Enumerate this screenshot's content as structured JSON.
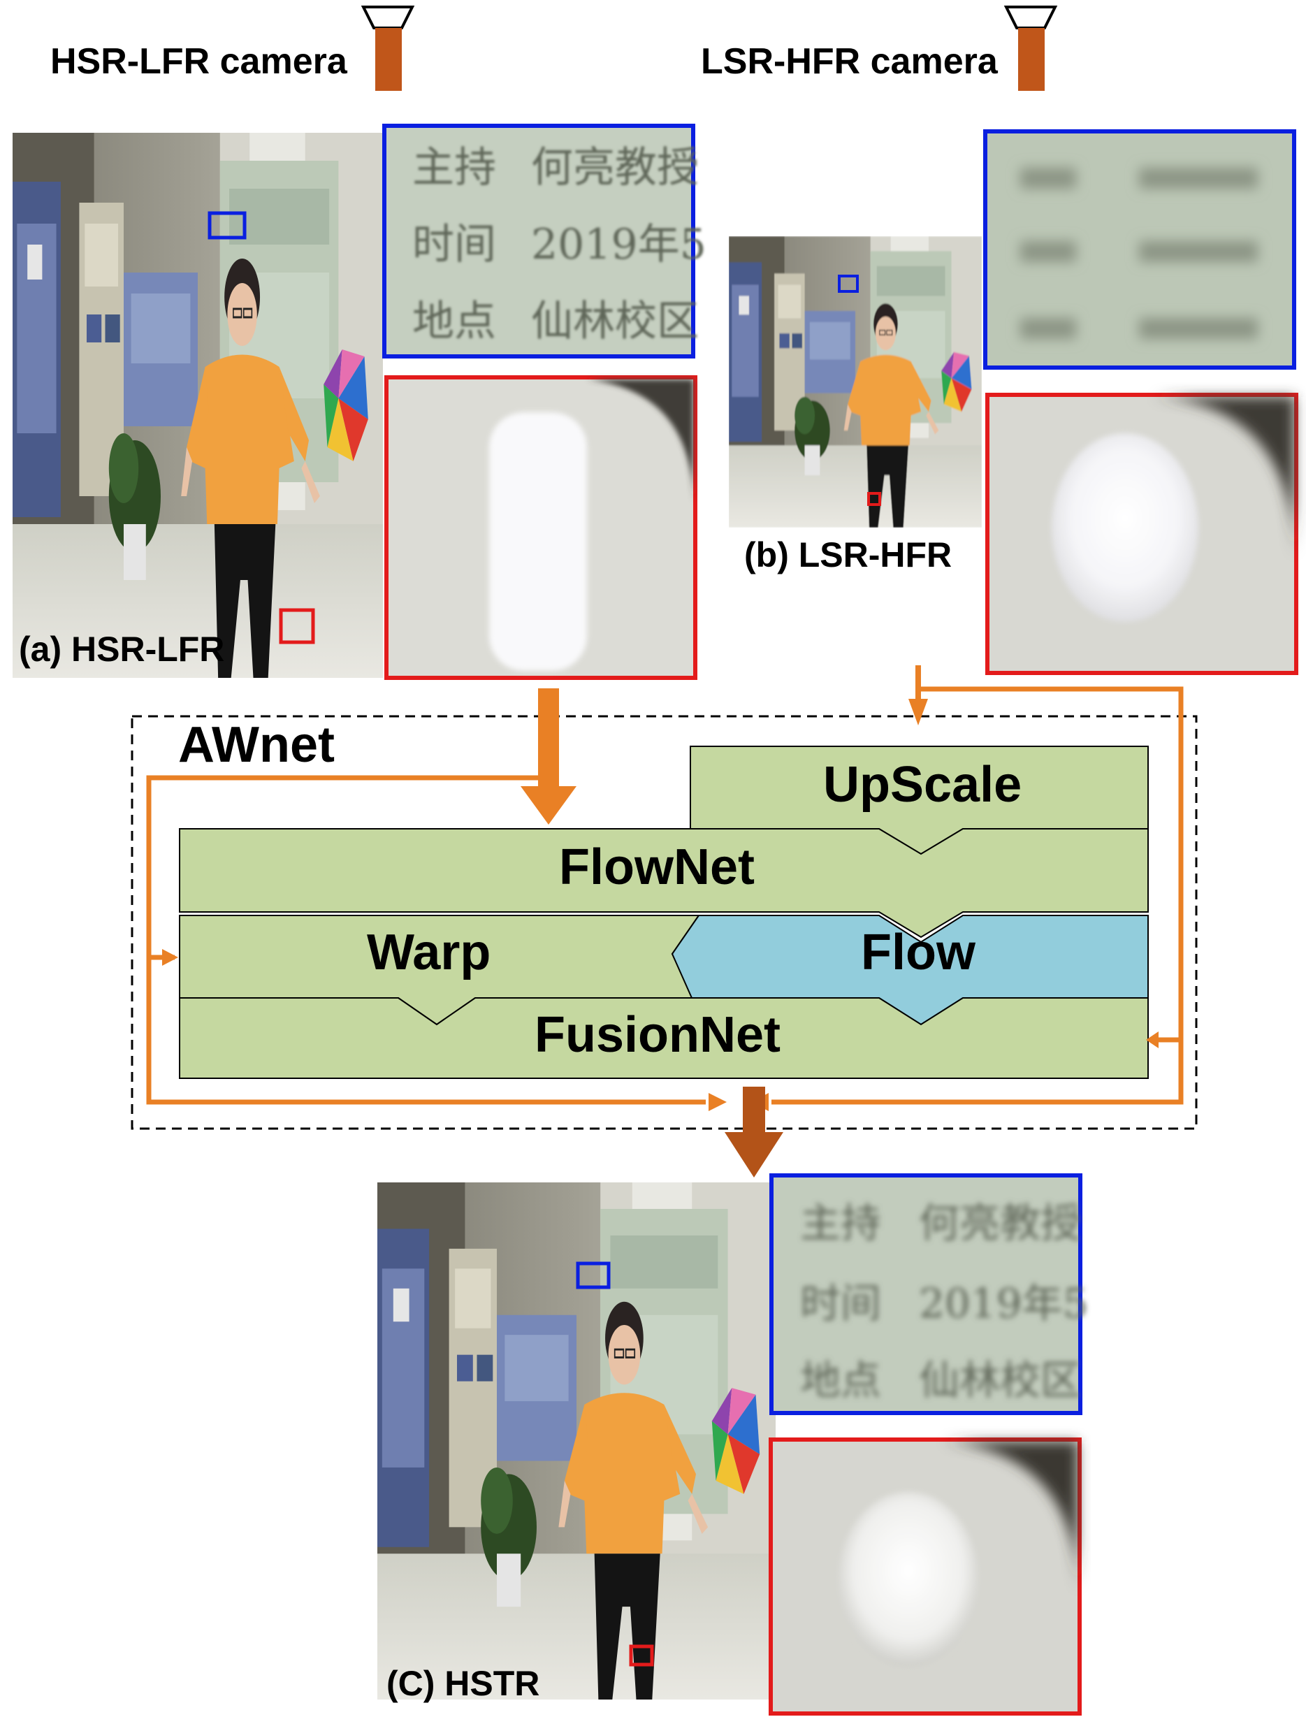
{
  "cameras": {
    "left_label": "HSR-LFR camera",
    "right_label": "LSR-HFR camera"
  },
  "captions": {
    "a": "(a) HSR-LFR",
    "b": "(b) LSR-HFR",
    "c": "(C) HSTR"
  },
  "network": {
    "title": "AWnet",
    "blocks": {
      "upscale": "UpScale",
      "flownet": "FlowNet",
      "warp": "Warp",
      "flow": "Flow",
      "fusionnet": "FusionNet"
    }
  },
  "zoom_text": {
    "row1": [
      "主持",
      "何亮教授"
    ],
    "row2": [
      "时间",
      "2019年5"
    ],
    "row3": [
      "地点",
      "仙林校区"
    ]
  },
  "colors": {
    "block_green": "#c5d8a0",
    "flow_blue": "#92cddc",
    "arrow_orange": "#e98025",
    "arrow_brown": "#b35318",
    "camera_brown": "#c0561a",
    "zoom_blue_border": "#0a1fe0",
    "zoom_red_border": "#e31b1b"
  }
}
